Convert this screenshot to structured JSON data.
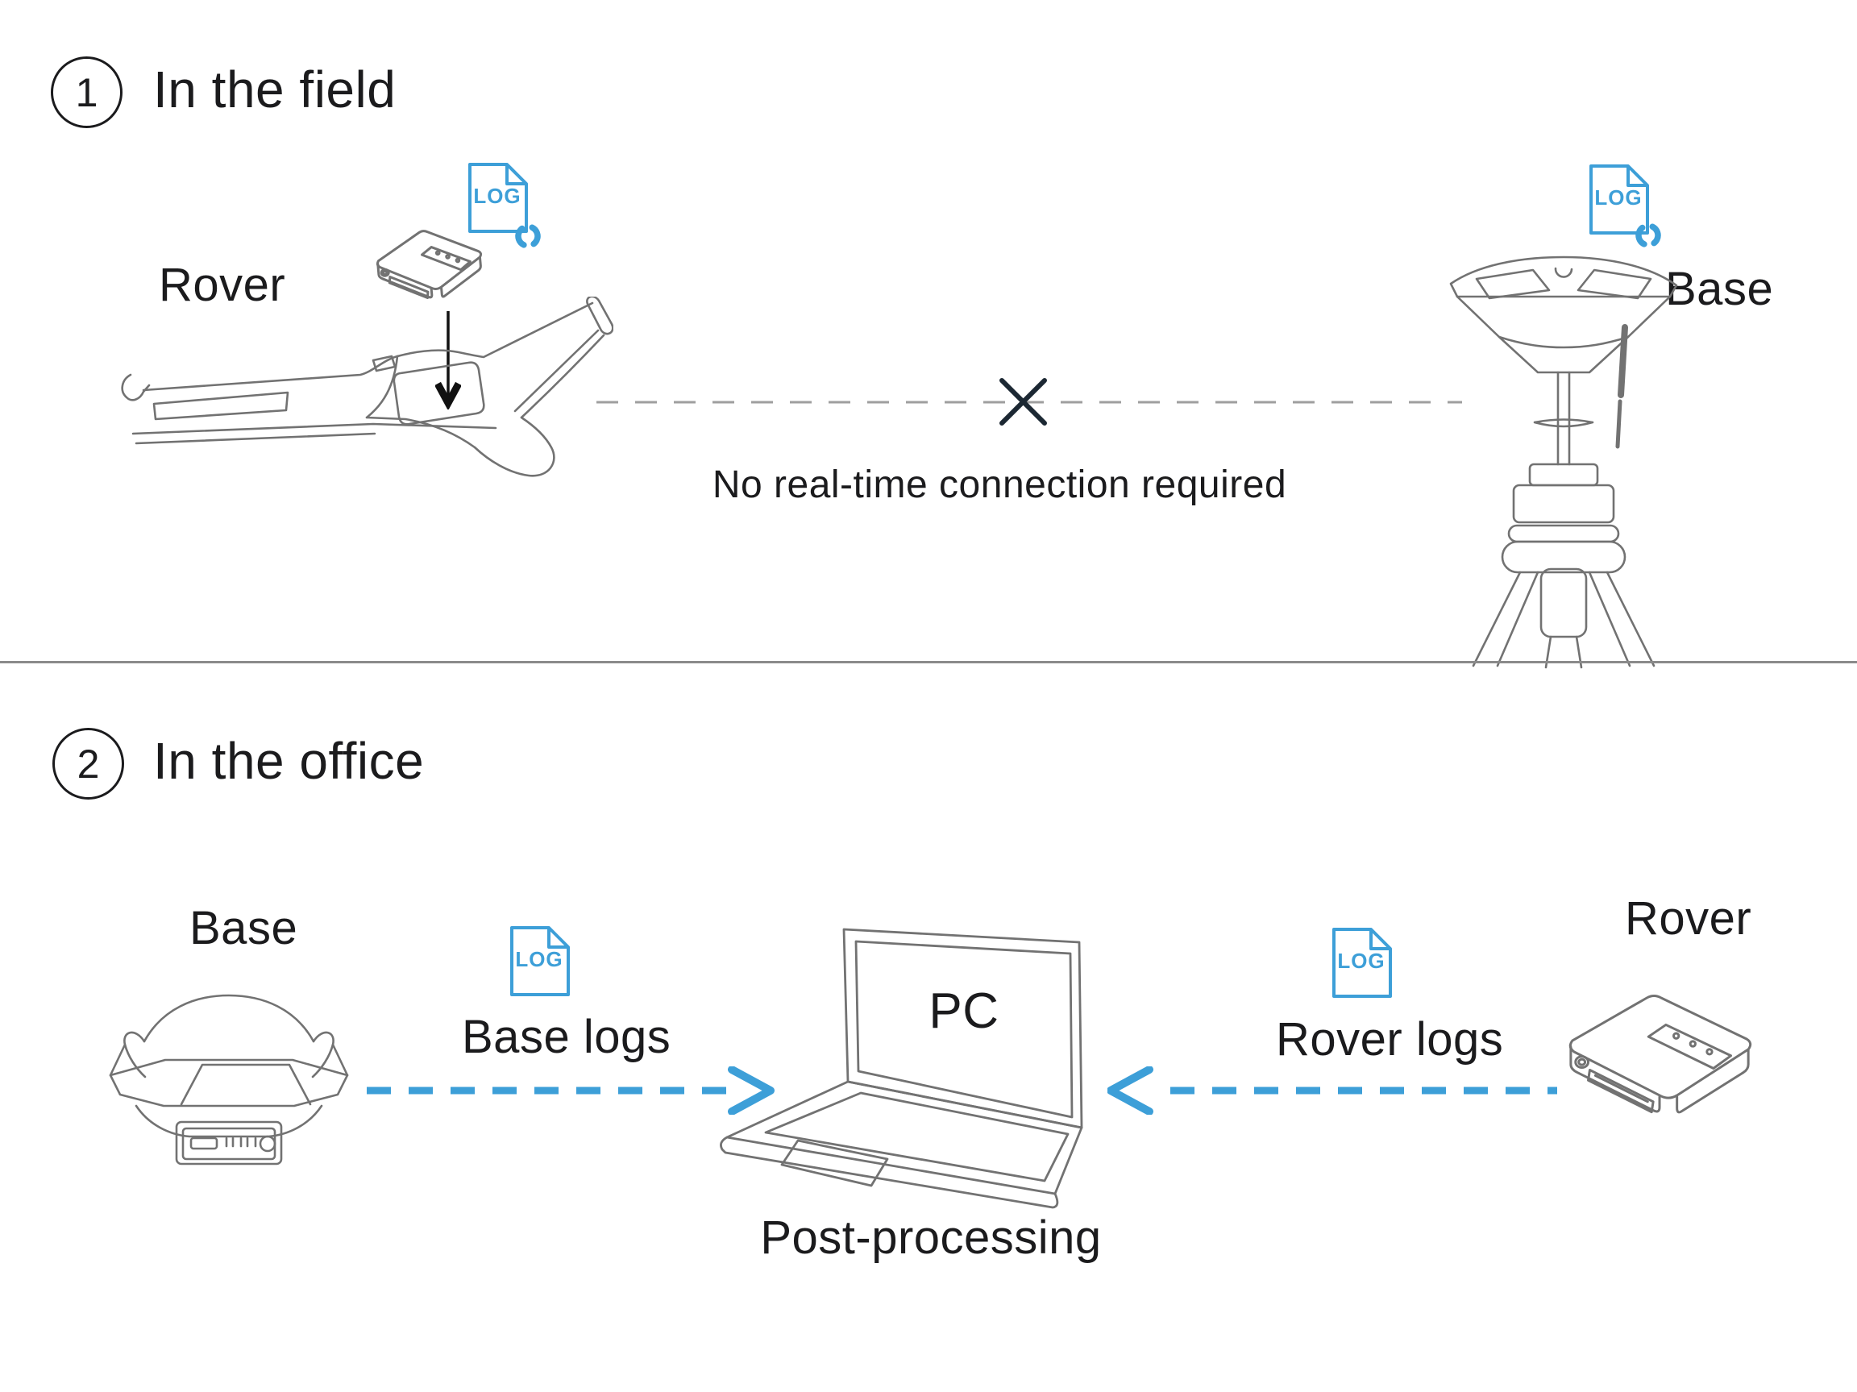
{
  "palette": {
    "accent_blue": "#3D9FD8",
    "line_gray": "#727272",
    "text_black": "#1b1b1d",
    "dash_gray": "#9f9f9f",
    "divider_gray": "#8a8a8a",
    "x_mark_dark": "#1c2833"
  },
  "icons": {
    "log_label": "LOG"
  },
  "field": {
    "step_number": "1",
    "title": "In the field",
    "rover_label": "Rover",
    "base_label": "Base",
    "note": "No real-time connection required"
  },
  "office": {
    "step_number": "2",
    "title": "In the office",
    "base_label": "Base",
    "rover_label": "Rover",
    "base_logs_label": "Base logs",
    "rover_logs_label": "Rover logs",
    "pc_label": "PC",
    "post_processing_label": "Post-processing"
  }
}
